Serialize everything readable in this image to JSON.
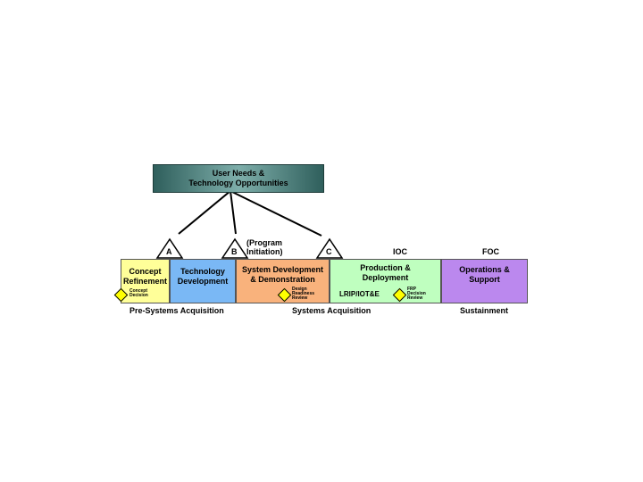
{
  "needs": {
    "line1": "User Needs &",
    "line2": "Technology Opportunities"
  },
  "milestones": {
    "a": "A",
    "b": "B",
    "c": "C",
    "program_initiation_line1": "(Program",
    "program_initiation_line2": "Initiation)",
    "ioc": "IOC",
    "foc": "FOC"
  },
  "phases": {
    "concept_refinement": {
      "line1": "Concept",
      "line2": "Refinement",
      "color": "#ffff99"
    },
    "technology_development": {
      "line1": "Technology",
      "line2": "Development",
      "color": "#7ab8f5"
    },
    "system_development": {
      "line1": "System Development",
      "line2": "& Demonstration",
      "color": "#f9b27c"
    },
    "production_deployment": {
      "line1": "Production &",
      "line2": "Deployment",
      "color": "#bfffbf"
    },
    "operations_support": {
      "line1": "Operations &",
      "line2": "Support",
      "color": "#bb88ee"
    }
  },
  "decisions": {
    "concept_decision_1": "Concept",
    "concept_decision_2": "Decision",
    "design_review_1": "Design",
    "design_review_2": "Readiness",
    "design_review_3": "Review",
    "lrip": "LRIP/IOT&E",
    "frp_1": "FRP",
    "frp_2": "Decision",
    "frp_3": "Review"
  },
  "stages": {
    "pre_systems": "Pre-Systems Acquisition",
    "systems": "Systems Acquisition",
    "sustainment": "Sustainment"
  }
}
